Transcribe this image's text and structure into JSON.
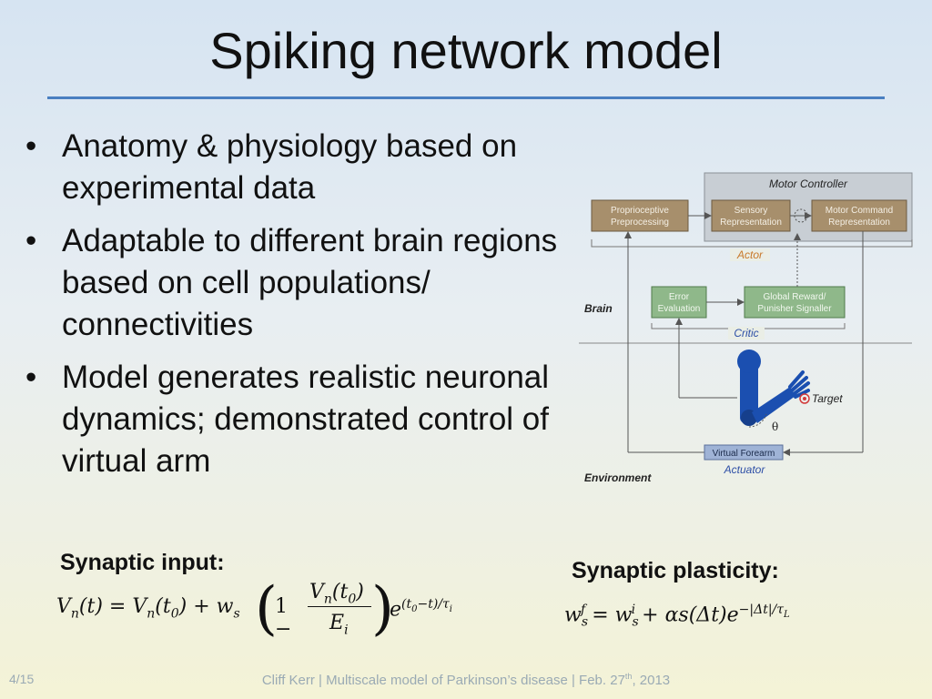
{
  "slide": {
    "title": "Spiking network model",
    "bullets": [
      "Anatomy & physiology based on experimental data",
      "Adaptable to different brain regions based on cell populations/ connectivities",
      "Model generates realistic neuronal dynamics; demonstrated control of virtual arm"
    ],
    "bullet_symbol": "•",
    "synaptic_input_label": "Synaptic input:",
    "synaptic_plasticity_label": "Synaptic plasticity:",
    "footer_page": "4/15",
    "footer_credit_pre": "Cliff Kerr | Multiscale model of Parkinson’s disease | Feb. 27",
    "footer_credit_sup": "th",
    "footer_credit_post": ", 2013"
  },
  "diagram": {
    "motor_controller": "Motor Controller",
    "proprioceptive": [
      "Proprioceptive",
      "Preprocessing"
    ],
    "sensory": [
      "Sensory",
      "Representation"
    ],
    "motor_command": [
      "Motor Command",
      "Representation"
    ],
    "actor": "Actor",
    "brain": "Brain",
    "error_eval": [
      "Error",
      "Evaluation"
    ],
    "global_reward": [
      "Global Reward/",
      "Punisher Signaller"
    ],
    "critic": "Critic",
    "target": "Target",
    "theta": "θ",
    "virtual_forearm": "Virtual Forearm",
    "actuator": "Actuator",
    "environment": "Environment",
    "colors": {
      "brown_box": "#a78f6c",
      "green_box": "#8fb88a",
      "blue_box": "#9fb3d6",
      "arm_blue": "#1b4fb0",
      "label_orange": "#c8782a",
      "label_blue": "#2d4fa6",
      "target_red": "#d23b3b"
    }
  }
}
